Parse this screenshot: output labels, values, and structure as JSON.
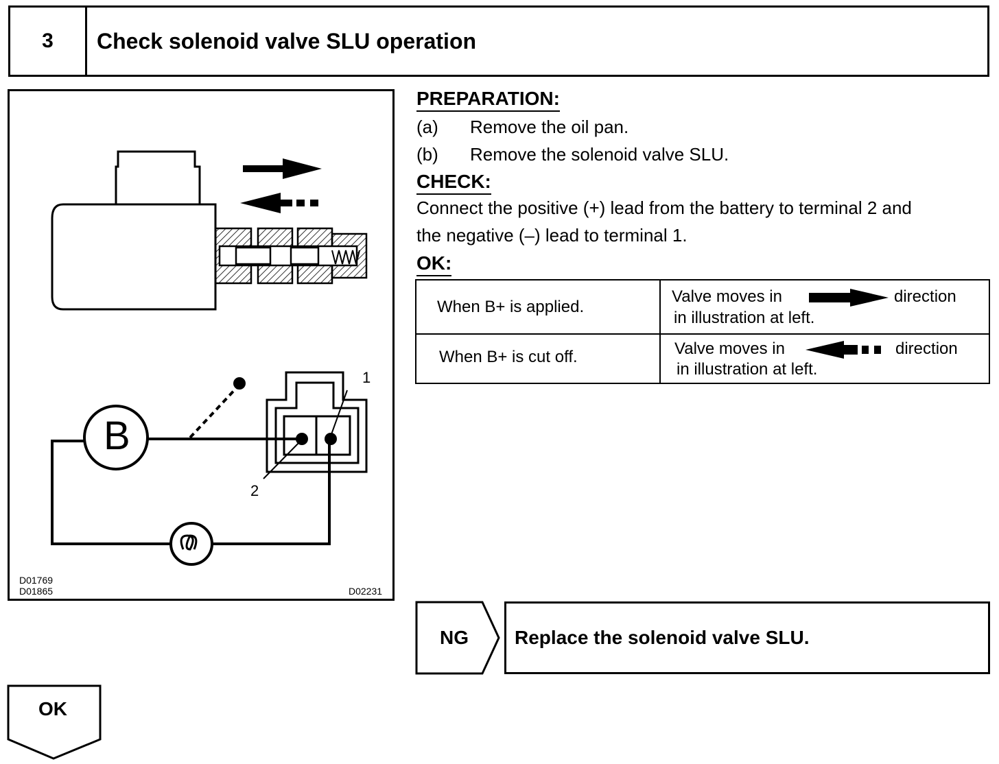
{
  "header": {
    "step_number": "3",
    "title": "Check solenoid valve SLU operation"
  },
  "illustration": {
    "codes_left": [
      "D01769",
      "D01865"
    ],
    "code_right": "D02231",
    "battery_label": "B",
    "terminal_1": "1",
    "terminal_2": "2"
  },
  "preparation": {
    "heading": "PREPARATION:",
    "steps": [
      {
        "letter": "(a)",
        "text": "Remove the oil pan."
      },
      {
        "letter": "(b)",
        "text": "Remove the solenoid valve SLU."
      }
    ]
  },
  "check": {
    "heading": "CHECK:",
    "line1": "Connect the positive (+) lead from the battery to terminal 2 and",
    "line2": "the negative (–) lead to terminal 1."
  },
  "ok_section": {
    "heading": "OK:",
    "rows": [
      {
        "condition": "When B+ is applied.",
        "result_pre": "Valve moves in",
        "result_post": "direction",
        "result_line2": "in illustration at left."
      },
      {
        "condition": "When B+ is cut off.",
        "result_pre": "Valve moves in",
        "result_post": "direction",
        "result_line2": "in illustration at left."
      }
    ]
  },
  "ng": {
    "label": "NG",
    "action": "Replace the solenoid valve SLU."
  },
  "ok_flow": {
    "label": "OK"
  }
}
